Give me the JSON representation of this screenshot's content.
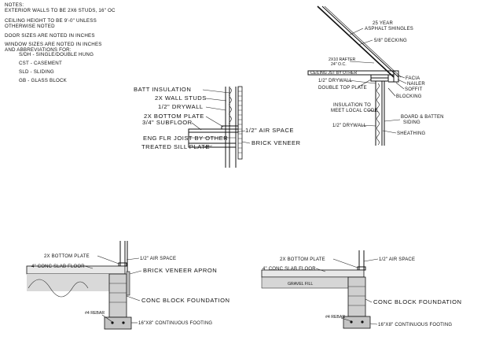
{
  "notes": {
    "title": "NOTES:",
    "lines": [
      "EXTERIOR WALLS TO BE 2X6 STUDS, 16\" OC",
      "CEILING HEIGHT TO BE 9'-0\" UNLESS",
      "OTHERWISE NOTED",
      "DOOR SIZES ARE NOTED IN INCHES",
      "WINDOW SIZES ARE NOTED IN INCHES",
      "AND ABBREVIATIONS FOR:",
      "S/DH - SINGLE/DOUBLE HUNG",
      "CST - CASEMENT",
      "SLD - SLIDING",
      "GB - GLASS BLOCK"
    ]
  },
  "wall_section": {
    "batt_insulation": "BATT INSULATION",
    "wall_studs": "2X WALL STUDS",
    "drywall": "1/2\" DRYWALL",
    "bottom_plate": "2X BOTTOM PLATE",
    "subfloor": "3/4\" SUBFLOOR",
    "joist": "ENG FLR JOIST BY OTHER",
    "sill_plate": "TREATED SILL PLATE",
    "air_space": "1/2\" AIR SPACE",
    "brick_veneer": "BRICK VENEER"
  },
  "eave_section": {
    "shingles_1": "25 YEAR",
    "shingles_2": "ASPHALT SHINGLES",
    "decking": "5/8\" DECKING",
    "rafter_1": "2X10 RAFTER",
    "rafter_2": "24\" O.C.",
    "ceiling_joist": "CEILING JST BY OTHER",
    "fascia": "FACIA",
    "nailer": "NAILER",
    "soffit": "SOFFIT",
    "drywall": "1/2\" DRYWALL",
    "top_plate": "DOUBLE TOP PLATE",
    "blocking": "BLOCKING",
    "insulation_1": "INSULATION TO",
    "insulation_2": "MEET LOCAL CODE",
    "board_batten_1": "BOARD & BATTEN",
    "board_batten_2": "SIDING",
    "drywall_2": "1/2\" DRYWALL",
    "sheathing": "SHEATHING"
  },
  "footing_left": {
    "bottom_plate": "2X BOTTOM PLATE",
    "slab": "4\" CONC SLAB FLOOR",
    "air_space": "1/2\" AIR SPACE",
    "apron": "BRICK VENEER APRON",
    "foundation": "CONC BLOCK FOUNDATION",
    "rebar": "#4 REBAR",
    "footing": "16\"X8\" CONTINUOUS FOOTING"
  },
  "footing_right": {
    "bottom_plate": "2X BOTTOM PLATE",
    "slab": "4\" CONC SLAB FLOOR",
    "air_space": "1/2\" AIR SPACE",
    "gravel": "GRAVEL FILL",
    "foundation": "CONC BLOCK FOUNDATION",
    "rebar": "#4 REBAR",
    "footing": "16\"X8\" CONTINUOUS FOOTING"
  }
}
